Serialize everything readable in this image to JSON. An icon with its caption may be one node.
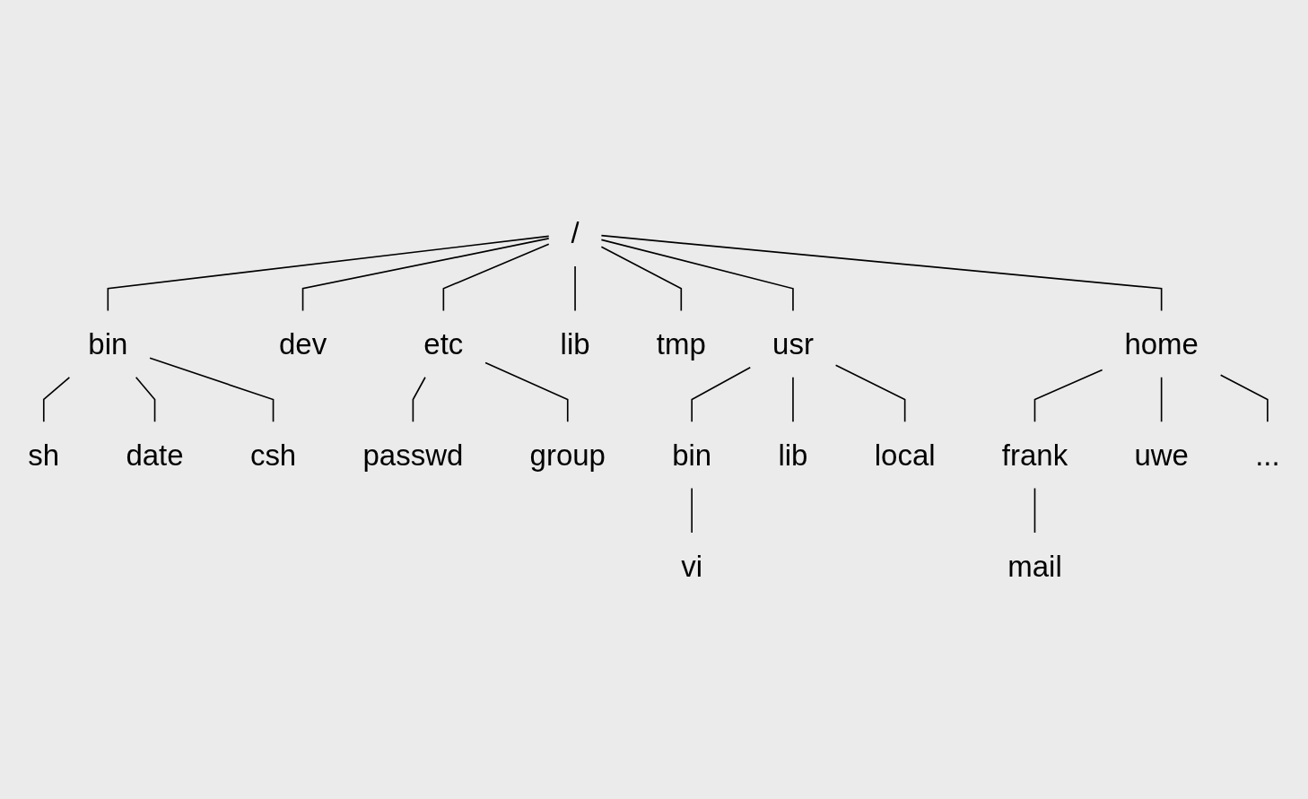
{
  "diagram": {
    "nodes": [
      {
        "text": [
          "/"
        ]
      },
      {
        "text": [
          "bin"
        ]
      },
      {
        "text": [
          "dev"
        ]
      },
      {
        "text": [
          "etc"
        ]
      },
      {
        "text": [
          "lib"
        ]
      },
      {
        "text": [
          "tmp"
        ]
      },
      {
        "text": [
          "usr"
        ]
      },
      {
        "text": [
          "home"
        ]
      },
      {
        "text": [
          "sh"
        ]
      },
      {
        "text": [
          "date"
        ]
      },
      {
        "text": [
          "csh"
        ]
      },
      {
        "text": [
          "passwd"
        ]
      },
      {
        "text": [
          "group"
        ]
      },
      {
        "text": [
          "bin"
        ]
      },
      {
        "text": [
          "lib"
        ]
      },
      {
        "text": [
          "local"
        ]
      },
      {
        "text": [
          "vi"
        ]
      },
      {
        "text": [
          "frank"
        ]
      },
      {
        "text": [
          "uwe"
        ]
      },
      {
        "text": [
          "..."
        ]
      },
      {
        "text": [
          "mail"
        ]
      }
    ],
    "edges": [
      {
        "from": 0,
        "to": 1,
        "arrow": "none"
      },
      {
        "from": 0,
        "to": 2,
        "arrow": "none"
      },
      {
        "from": 0,
        "to": 3,
        "arrow": "none"
      },
      {
        "from": 0,
        "to": 4,
        "arrow": "none"
      },
      {
        "from": 0,
        "to": 5,
        "arrow": "none"
      },
      {
        "from": 0,
        "to": 6,
        "arrow": "none"
      },
      {
        "from": 0,
        "to": 7,
        "arrow": "none"
      },
      {
        "from": 1,
        "to": 8,
        "arrow": "none"
      },
      {
        "from": 1,
        "to": 9,
        "arrow": "none"
      },
      {
        "from": 1,
        "to": 10,
        "arrow": "none"
      },
      {
        "from": 3,
        "to": 11,
        "arrow": "none"
      },
      {
        "from": 3,
        "to": 12,
        "arrow": "none"
      },
      {
        "from": 6,
        "to": 13,
        "arrow": "none"
      },
      {
        "from": 6,
        "to": 14,
        "arrow": "none"
      },
      {
        "from": 6,
        "to": 15,
        "arrow": "none"
      },
      {
        "from": 13,
        "to": 16,
        "arrow": "none"
      },
      {
        "from": 7,
        "to": 17,
        "arrow": "none"
      },
      {
        "from": 7,
        "to": 18,
        "arrow": "none"
      },
      {
        "from": 7,
        "to": 19,
        "arrow": "none"
      },
      {
        "from": 17,
        "to": 20,
        "arrow": "none"
      }
    ]
  }
}
